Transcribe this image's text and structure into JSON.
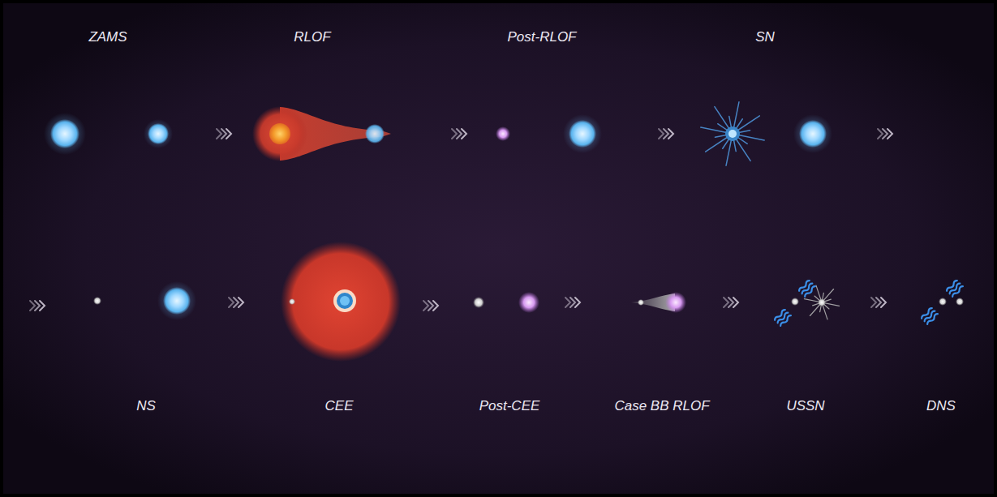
{
  "diagram": {
    "labels": [
      "ZAMS",
      "RLOF",
      "Post-RLOF",
      "SN",
      "NS",
      "CEE",
      "Post-CEE",
      "Case BB RLOF",
      "USSN",
      "DNS"
    ]
  }
}
